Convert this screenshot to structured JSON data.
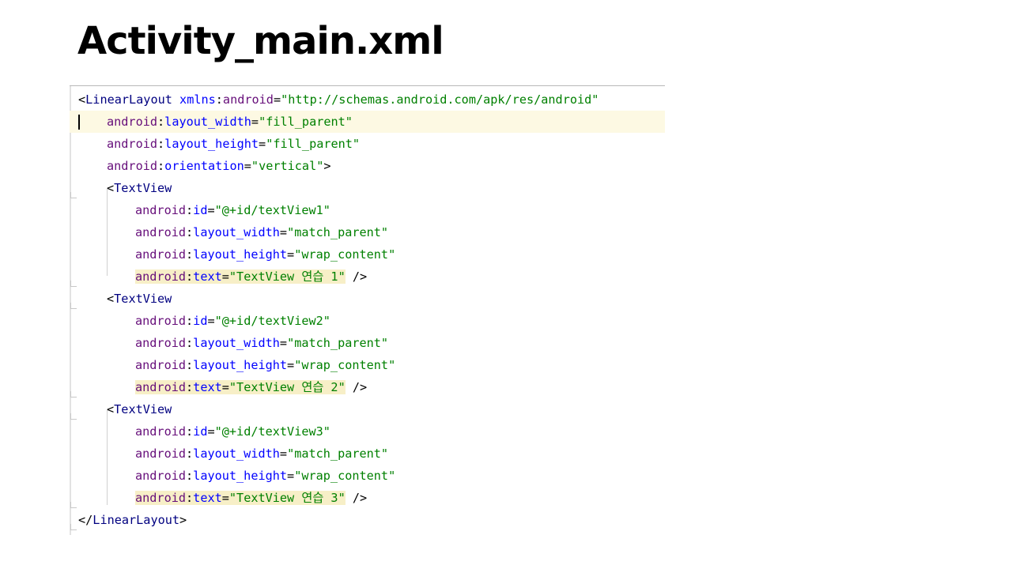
{
  "slide": {
    "title": "Activity_main.xml"
  },
  "editor": {
    "lines": [
      {
        "indent": 0,
        "parts": [
          {
            "t": "<",
            "c": "punc"
          },
          {
            "t": "LinearLayout",
            "c": "tag"
          },
          {
            "t": " ",
            "c": "punc"
          },
          {
            "t": "xmlns",
            "c": "attr"
          },
          {
            "t": ":",
            "c": "punc"
          },
          {
            "t": "android",
            "c": "ns"
          },
          {
            "t": "=",
            "c": "punc"
          },
          {
            "t": "\"http://schemas.android.com/apk/res/android\"",
            "c": "val"
          }
        ]
      },
      {
        "indent": 1,
        "current": true,
        "parts": [
          {
            "t": "android",
            "c": "ns"
          },
          {
            "t": ":",
            "c": "punc"
          },
          {
            "t": "layout_width",
            "c": "attr"
          },
          {
            "t": "=",
            "c": "punc"
          },
          {
            "t": "\"fill_parent\"",
            "c": "val"
          }
        ]
      },
      {
        "indent": 1,
        "parts": [
          {
            "t": "android",
            "c": "ns"
          },
          {
            "t": ":",
            "c": "punc"
          },
          {
            "t": "layout_height",
            "c": "attr"
          },
          {
            "t": "=",
            "c": "punc"
          },
          {
            "t": "\"fill_parent\"",
            "c": "val"
          }
        ]
      },
      {
        "indent": 1,
        "parts": [
          {
            "t": "android",
            "c": "ns"
          },
          {
            "t": ":",
            "c": "punc"
          },
          {
            "t": "orientation",
            "c": "attr"
          },
          {
            "t": "=",
            "c": "punc"
          },
          {
            "t": "\"vertical\"",
            "c": "val"
          },
          {
            "t": ">",
            "c": "punc"
          }
        ]
      },
      {
        "indent": 1,
        "parts": [
          {
            "t": "<",
            "c": "punc"
          },
          {
            "t": "TextView",
            "c": "tag"
          }
        ]
      },
      {
        "indent": 2,
        "parts": [
          {
            "t": "android",
            "c": "ns"
          },
          {
            "t": ":",
            "c": "punc"
          },
          {
            "t": "id",
            "c": "attr"
          },
          {
            "t": "=",
            "c": "punc"
          },
          {
            "t": "\"@+id/textView1\"",
            "c": "val"
          }
        ]
      },
      {
        "indent": 2,
        "parts": [
          {
            "t": "android",
            "c": "ns"
          },
          {
            "t": ":",
            "c": "punc"
          },
          {
            "t": "layout_width",
            "c": "attr"
          },
          {
            "t": "=",
            "c": "punc"
          },
          {
            "t": "\"match_parent\"",
            "c": "val"
          }
        ]
      },
      {
        "indent": 2,
        "parts": [
          {
            "t": "android",
            "c": "ns"
          },
          {
            "t": ":",
            "c": "punc"
          },
          {
            "t": "layout_height",
            "c": "attr"
          },
          {
            "t": "=",
            "c": "punc"
          },
          {
            "t": "\"wrap_content\"",
            "c": "val"
          }
        ]
      },
      {
        "indent": 2,
        "parts": [
          {
            "t": "android",
            "c": "ns",
            "hl": true
          },
          {
            "t": ":",
            "c": "punc",
            "hl": true
          },
          {
            "t": "text",
            "c": "attr",
            "hl": true
          },
          {
            "t": "=",
            "c": "punc",
            "hl": true
          },
          {
            "t": "\"TextView 연습 1\"",
            "c": "val",
            "hl": true
          },
          {
            "t": " />",
            "c": "punc"
          }
        ]
      },
      {
        "indent": 1,
        "parts": [
          {
            "t": "<",
            "c": "punc"
          },
          {
            "t": "TextView",
            "c": "tag"
          }
        ]
      },
      {
        "indent": 2,
        "parts": [
          {
            "t": "android",
            "c": "ns"
          },
          {
            "t": ":",
            "c": "punc"
          },
          {
            "t": "id",
            "c": "attr"
          },
          {
            "t": "=",
            "c": "punc"
          },
          {
            "t": "\"@+id/textView2\"",
            "c": "val"
          }
        ]
      },
      {
        "indent": 2,
        "parts": [
          {
            "t": "android",
            "c": "ns"
          },
          {
            "t": ":",
            "c": "punc"
          },
          {
            "t": "layout_width",
            "c": "attr"
          },
          {
            "t": "=",
            "c": "punc"
          },
          {
            "t": "\"match_parent\"",
            "c": "val"
          }
        ]
      },
      {
        "indent": 2,
        "parts": [
          {
            "t": "android",
            "c": "ns"
          },
          {
            "t": ":",
            "c": "punc"
          },
          {
            "t": "layout_height",
            "c": "attr"
          },
          {
            "t": "=",
            "c": "punc"
          },
          {
            "t": "\"wrap_content\"",
            "c": "val"
          }
        ]
      },
      {
        "indent": 2,
        "parts": [
          {
            "t": "android",
            "c": "ns",
            "hl": true
          },
          {
            "t": ":",
            "c": "punc",
            "hl": true
          },
          {
            "t": "text",
            "c": "attr",
            "hl": true
          },
          {
            "t": "=",
            "c": "punc",
            "hl": true
          },
          {
            "t": "\"TextView 연습 2\"",
            "c": "val",
            "hl": true
          },
          {
            "t": " />",
            "c": "punc"
          }
        ]
      },
      {
        "indent": 1,
        "parts": [
          {
            "t": "<",
            "c": "punc"
          },
          {
            "t": "TextView",
            "c": "tag"
          }
        ]
      },
      {
        "indent": 2,
        "parts": [
          {
            "t": "android",
            "c": "ns"
          },
          {
            "t": ":",
            "c": "punc"
          },
          {
            "t": "id",
            "c": "attr"
          },
          {
            "t": "=",
            "c": "punc"
          },
          {
            "t": "\"@+id/textView3\"",
            "c": "val"
          }
        ]
      },
      {
        "indent": 2,
        "parts": [
          {
            "t": "android",
            "c": "ns"
          },
          {
            "t": ":",
            "c": "punc"
          },
          {
            "t": "layout_width",
            "c": "attr"
          },
          {
            "t": "=",
            "c": "punc"
          },
          {
            "t": "\"match_parent\"",
            "c": "val"
          }
        ]
      },
      {
        "indent": 2,
        "parts": [
          {
            "t": "android",
            "c": "ns"
          },
          {
            "t": ":",
            "c": "punc"
          },
          {
            "t": "layout_height",
            "c": "attr"
          },
          {
            "t": "=",
            "c": "punc"
          },
          {
            "t": "\"wrap_content\"",
            "c": "val"
          }
        ]
      },
      {
        "indent": 2,
        "parts": [
          {
            "t": "android",
            "c": "ns",
            "hl": true
          },
          {
            "t": ":",
            "c": "punc",
            "hl": true
          },
          {
            "t": "text",
            "c": "attr",
            "hl": true
          },
          {
            "t": "=",
            "c": "punc",
            "hl": true
          },
          {
            "t": "\"TextView 연습 3\"",
            "c": "val",
            "hl": true
          },
          {
            "t": " />",
            "c": "punc"
          }
        ]
      },
      {
        "indent": 0,
        "parts": [
          {
            "t": "</",
            "c": "punc"
          },
          {
            "t": "LinearLayout",
            "c": "tag"
          },
          {
            "t": ">",
            "c": "punc"
          }
        ]
      }
    ]
  }
}
